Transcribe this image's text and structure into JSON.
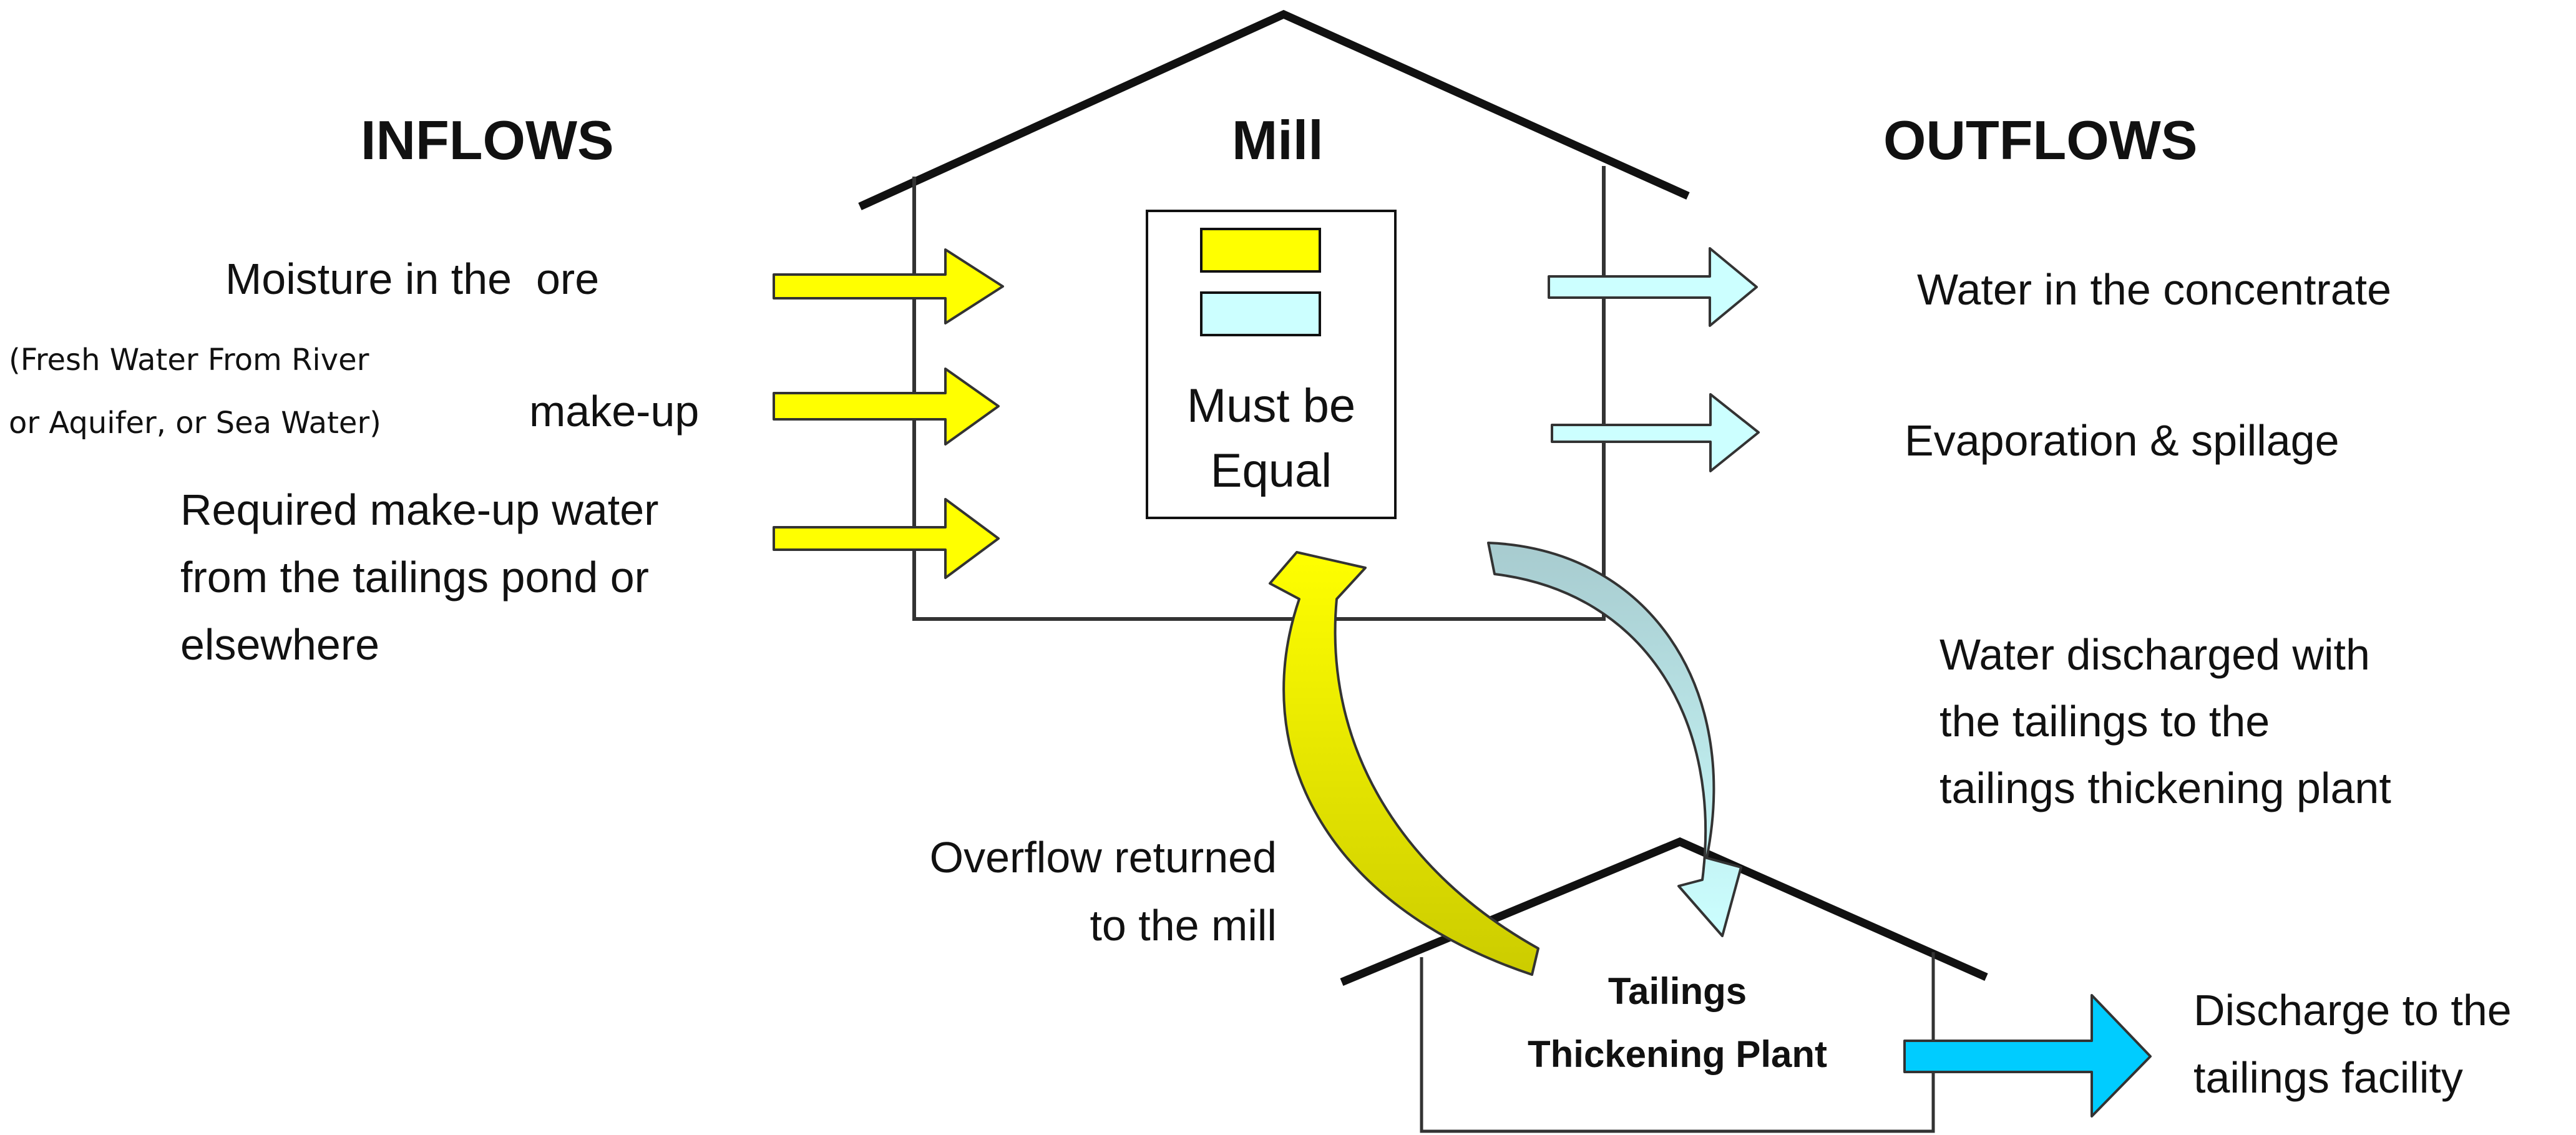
{
  "headings": {
    "inflows": "INFLOWS",
    "mill": "Mill",
    "outflows": "OUTFLOWS"
  },
  "inflows": {
    "moisture": "Moisture in the  ore",
    "fresh_water_line1": "(Fresh Water From River",
    "fresh_water_line2": "or Aquifer, or Sea Water)",
    "makeup": "make-up",
    "required_line1": "Required make-up water",
    "required_line2": "from the tailings pond or",
    "required_line3": "elsewhere"
  },
  "legend": {
    "line1": "Must be",
    "line2": "Equal"
  },
  "outflows": {
    "concentrate": "Water in the concentrate",
    "evaporation": "Evaporation & spillage",
    "discharged_line1": "Water discharged with",
    "discharged_line2": "the tailings to the",
    "discharged_line3": "tailings thickening plant"
  },
  "cycle": {
    "overflow_line1": "Overflow returned",
    "overflow_line2": "to the mill"
  },
  "plant": {
    "line1": "Tailings",
    "line2": "Thickening Plant"
  },
  "discharge": {
    "line1": "Discharge to the",
    "line2": "tailings facility"
  },
  "colors": {
    "inflow_yellow": "#ffff00",
    "outflow_light_blue": "#ccffff",
    "discharge_blue": "#00ccff",
    "return_arrow_olive": "#cccc00",
    "discharge_arrow_teal": "#a7cbcf"
  }
}
